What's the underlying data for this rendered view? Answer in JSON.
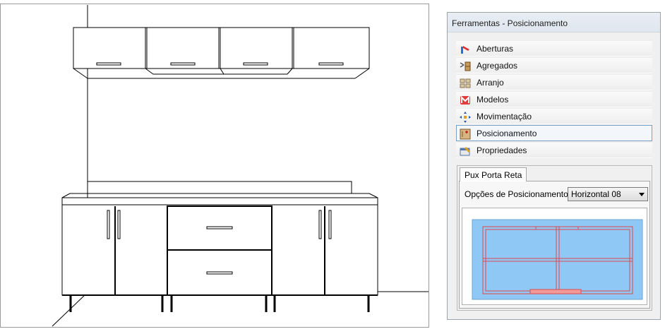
{
  "panel": {
    "title": "Ferramentas - Posicionamento",
    "items": [
      {
        "label": "Aberturas",
        "icon": "aberturas-icon",
        "selected": false
      },
      {
        "label": "Agregados",
        "icon": "agregados-icon",
        "selected": false
      },
      {
        "label": "Arranjo",
        "icon": "arranjo-icon",
        "selected": false
      },
      {
        "label": "Modelos",
        "icon": "modelos-icon",
        "selected": false
      },
      {
        "label": "Movimentação",
        "icon": "movimentacao-icon",
        "selected": false
      },
      {
        "label": "Posicionamento",
        "icon": "posicionamento-icon",
        "selected": true
      },
      {
        "label": "Propriedades",
        "icon": "propriedades-icon",
        "selected": false
      }
    ]
  },
  "tab": {
    "label": "Pux Porta Reta"
  },
  "options": {
    "label": "Opções de Posicionamento",
    "selected": "Horizontal 08"
  },
  "colors": {
    "preview_fill": "#8fc8f4",
    "handle_red": "#e0474c",
    "handle_fill": "#f29a9a",
    "selection_border": "#7a9fc7"
  }
}
